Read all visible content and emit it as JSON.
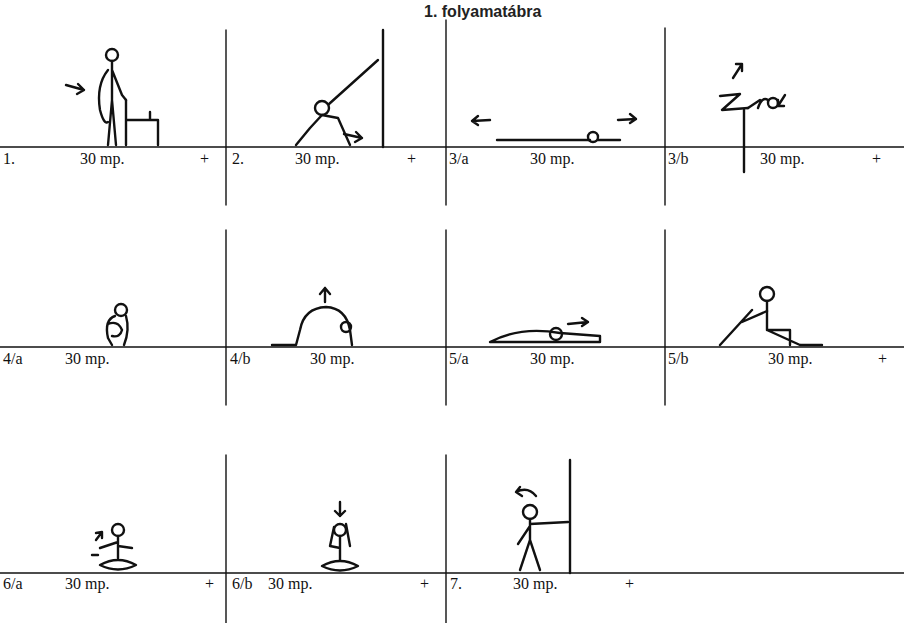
{
  "diagram": {
    "title": "1. folyamatábra",
    "labels": [
      "1.",
      "30 mp.",
      "+",
      "2.",
      "30 mp.",
      "+",
      "3/a",
      "30 mp.",
      "3/b",
      "30 mp.",
      "+",
      "4/a",
      "30 mp.",
      "4/b",
      "30 mp.",
      "5/a",
      "30 mp.",
      "5/b",
      "30 mp.",
      "+",
      "6/a",
      "30 mp.",
      "+",
      "6/b",
      "30 mp.",
      "+",
      "7.",
      "30 mp.",
      "+"
    ]
  }
}
